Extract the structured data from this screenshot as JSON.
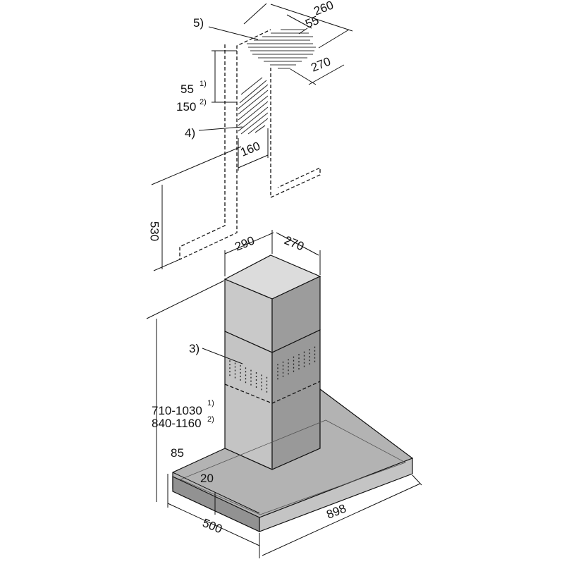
{
  "callouts": {
    "c5": "5)",
    "c4": "4)",
    "c3": "3)"
  },
  "dimensions": {
    "d260": "260",
    "d55_top": "55",
    "d270_top": "270",
    "d55_side": "55",
    "d150": "150",
    "sup1": "1)",
    "sup2": "2)",
    "d160": "160",
    "d530": "530",
    "d290": "290",
    "d270_chimney": "270",
    "range1": "710-1030",
    "range2": "840-1160",
    "sup1b": "1)",
    "sup2b": "2)",
    "d85": "85",
    "d20": "20",
    "d500": "500",
    "d898": "898"
  },
  "colors": {
    "canopy_front": "#929292",
    "canopy_right": "#c4c4c4",
    "canopy_top": "#b3b3b3",
    "chimney_left": "#c9c9c9",
    "chimney_right": "#9c9c9c",
    "chimney_top": "#dcdcdc",
    "lower_chimney_left": "#c4c4c4",
    "lower_chimney_right": "#999999"
  }
}
